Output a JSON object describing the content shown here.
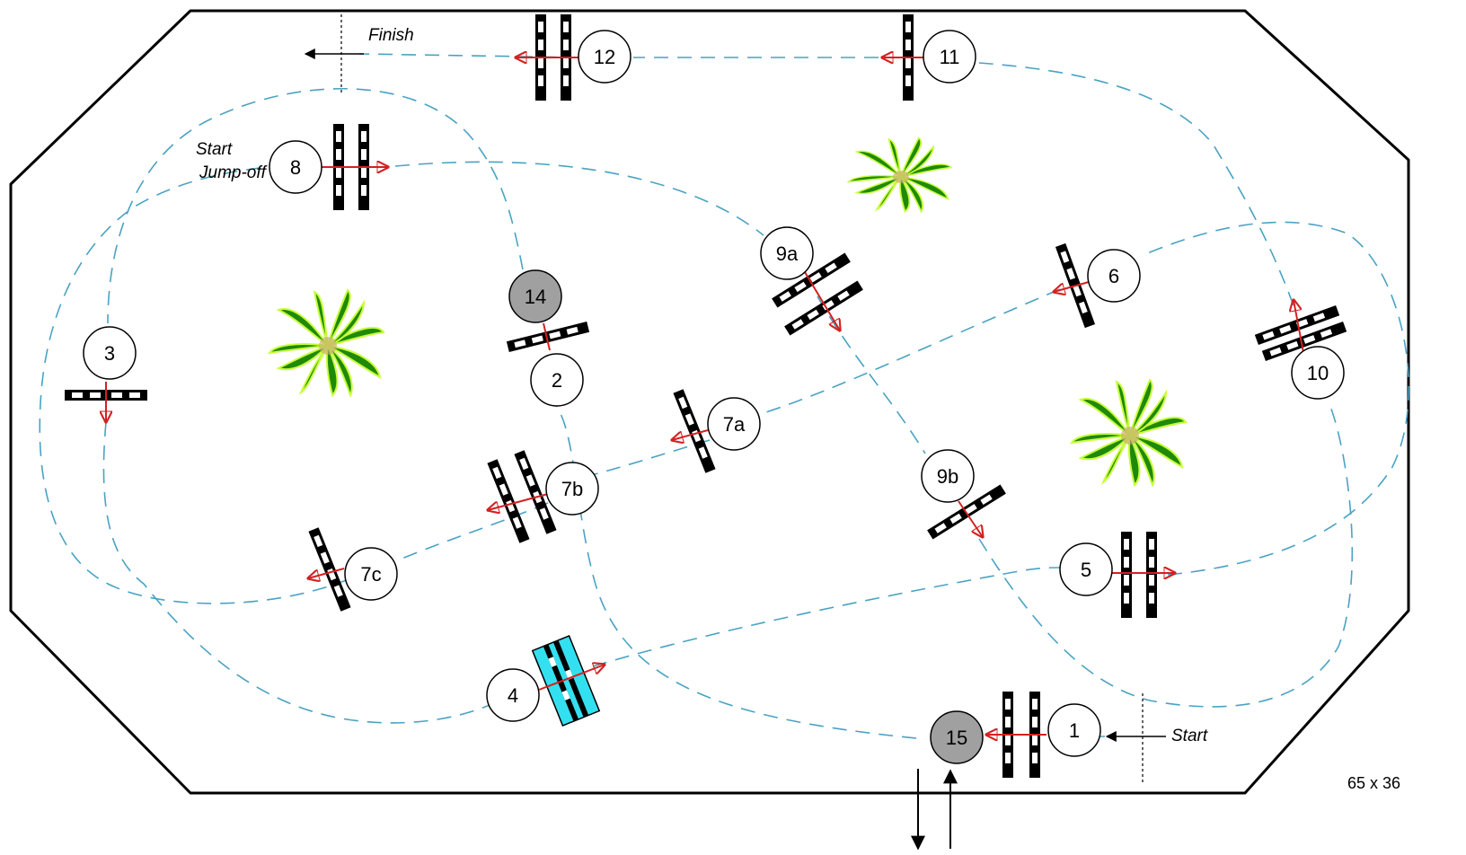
{
  "arena": {
    "dimensions": "65 x 36"
  },
  "labels": {
    "start": "Start",
    "finish": "Finish",
    "jumpoff_line1": "Start",
    "jumpoff_line2": "Jump-off"
  },
  "fences": [
    {
      "id": "1",
      "label": "1"
    },
    {
      "id": "2",
      "label": "2"
    },
    {
      "id": "3",
      "label": "3"
    },
    {
      "id": "4",
      "label": "4"
    },
    {
      "id": "5",
      "label": "5"
    },
    {
      "id": "6",
      "label": "6"
    },
    {
      "id": "7a",
      "label": "7a"
    },
    {
      "id": "7b",
      "label": "7b"
    },
    {
      "id": "7c",
      "label": "7c"
    },
    {
      "id": "8",
      "label": "8"
    },
    {
      "id": "9a",
      "label": "9a"
    },
    {
      "id": "9b",
      "label": "9b"
    },
    {
      "id": "10",
      "label": "10"
    },
    {
      "id": "11",
      "label": "11"
    },
    {
      "id": "12",
      "label": "12"
    },
    {
      "id": "14",
      "label": "14"
    },
    {
      "id": "15",
      "label": "15"
    }
  ],
  "colors": {
    "path": "#4aa3c2",
    "arrow": "#d42020",
    "pole": "#000000",
    "water": "#33e0f0",
    "plant": "#1f8a0a",
    "jumpoff_circle": "#a0a0a0"
  }
}
